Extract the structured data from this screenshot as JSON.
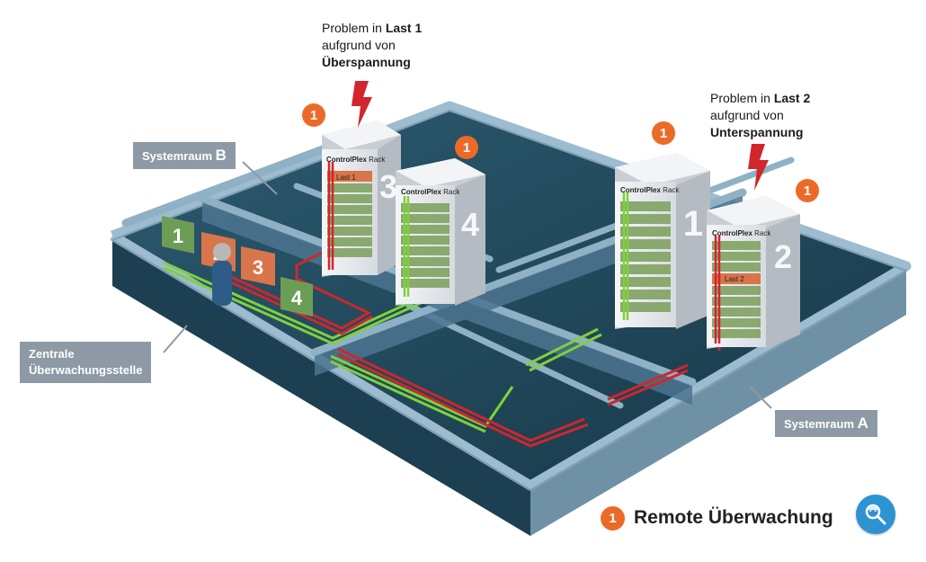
{
  "colors": {
    "accent": "#ec6a28",
    "floor": "#1f4457",
    "wall_top": "#8fb1c6",
    "signal_ok": "#7fd13b",
    "signal_fault": "#d0262c",
    "rack_body": "#e9ecef"
  },
  "callouts": {
    "last1": {
      "line1_prefix": "Problem in ",
      "line1_bold": "Last 1",
      "line2": "aufgrund von",
      "line3_bold": "Überspannung"
    },
    "last2": {
      "line1_prefix": "Problem in ",
      "line1_bold": "Last 2",
      "line2": "aufgrund von",
      "line3_bold": "Unterspannung"
    }
  },
  "room_labels": {
    "systemraum_b": {
      "prefix": "Systemraum ",
      "letter": "B"
    },
    "systemraum_a": {
      "prefix": "Systemraum ",
      "letter": "A"
    },
    "zentrale_line1": "Zentrale",
    "zentrale_line2": "Überwachungsstelle"
  },
  "racks": [
    {
      "number": "3",
      "brand": "ControlPlex",
      "suffix": " Rack",
      "load_label": "Last 1",
      "status": "fault"
    },
    {
      "number": "4",
      "brand": "ControlPlex",
      "suffix": " Rack",
      "load_label": "",
      "status": "ok"
    },
    {
      "number": "1",
      "brand": "ControlPlex",
      "suffix": " Rack",
      "load_label": "",
      "status": "ok"
    },
    {
      "number": "2",
      "brand": "ControlPlex",
      "suffix": " Rack",
      "load_label": "Last 2",
      "status": "fault"
    }
  ],
  "monitor_tiles": [
    "1",
    "2",
    "3",
    "4"
  ],
  "badge_number": "1",
  "legend": {
    "badge": "1",
    "text": "Remote Überwachung"
  },
  "icons": {
    "alert": "lightning-bolt-icon",
    "search": "search-wifi-icon"
  }
}
